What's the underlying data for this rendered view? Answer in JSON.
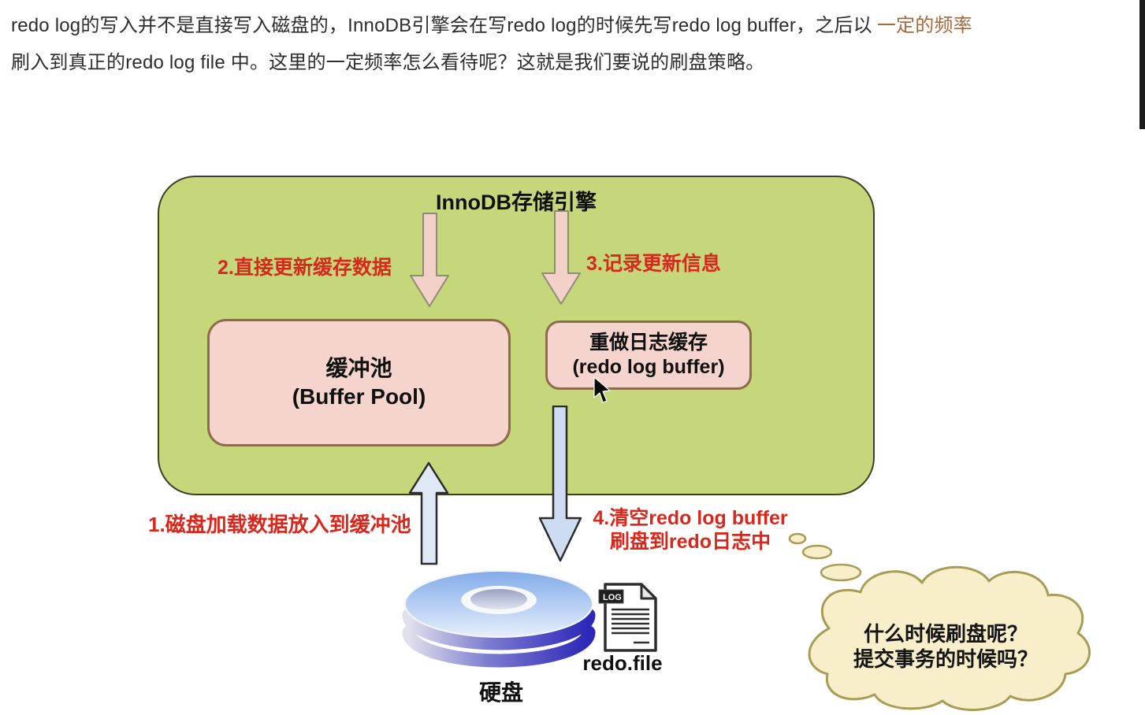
{
  "paragraph": {
    "line1_normal": "redo log的写入并不是直接写入磁盘的，InnoDB引擎会在写redo log的时候先写redo log buffer，之后以",
    "line1_highlight": "一定的频率",
    "line2": "刷入到真正的redo log file 中。这里的一定频率怎么看待呢？这就是我们要说的刷盘策略。"
  },
  "diagram": {
    "engine_title": "InnoDB存储引擎",
    "buffer_pool": {
      "line1": "缓冲池",
      "line2": "(Buffer Pool)"
    },
    "redo_log_buffer": {
      "line1": "重做日志缓存",
      "line2": "(redo log buffer)"
    },
    "labels": {
      "step1": "1.磁盘加载数据放入到缓冲池",
      "step2": "2.直接更新缓存数据",
      "step3": "3.记录更新信息",
      "step4_line1": "4.清空redo log buffer",
      "step4_line2": "刷盘到redo日志中"
    },
    "disk_label": "硬盘",
    "file_label": "redo.file",
    "file_badge": "LOG",
    "thought_bubble": {
      "line1": "什么时候刷盘呢？",
      "line2": "提交事务的时候吗？"
    },
    "colors": {
      "engine_bg": "#c6d77b",
      "engine_border": "#3f3f22",
      "box_bg": "#f4d4cc",
      "box_border": "#8d6c49",
      "red_label": "#d8281e",
      "text_color": "#2d2d2d",
      "highlight_color": "#a4693f",
      "blue_arrow": "#cddcf2",
      "blue_arrow_light": "#dfe8f5",
      "pink_arrow": "#f3d1c9",
      "pink_arrow_border": "#8d8d74",
      "cloud_bg": "#f8efca",
      "cloud_border": "#a89d57",
      "dark_strip": "#1c1c1c"
    }
  }
}
